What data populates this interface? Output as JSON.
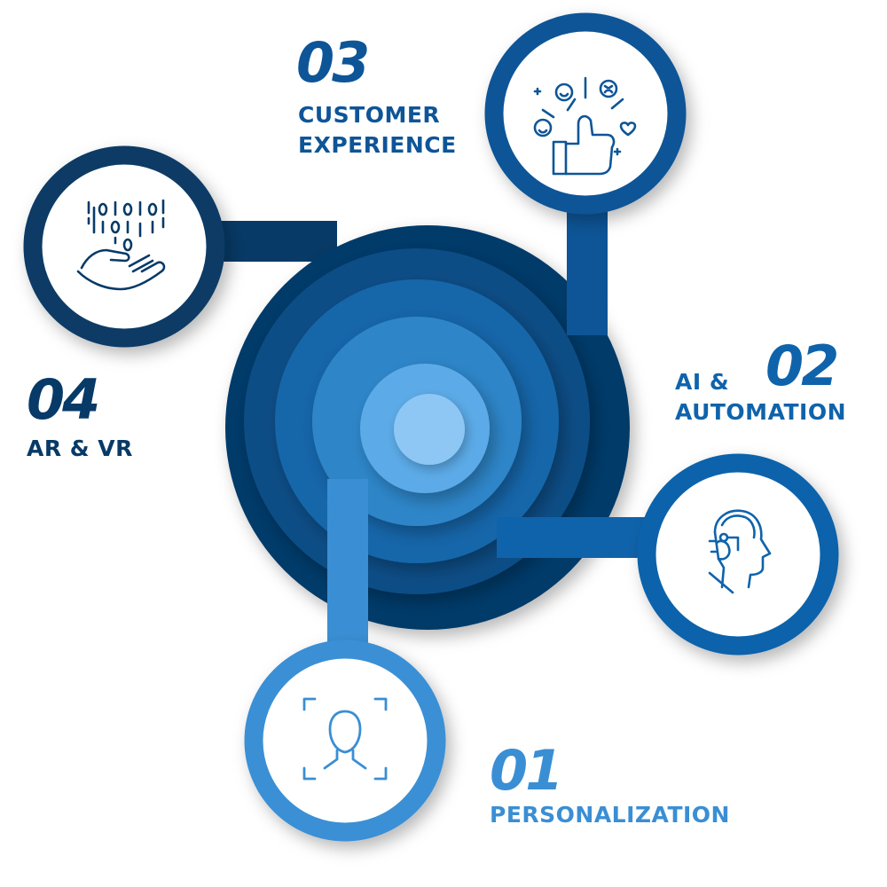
{
  "colors": {
    "ring_outer": "#033a6b",
    "ring_2": "#0b4d86",
    "ring_3": "#1466aa",
    "ring_4": "#2e86c9",
    "ring_5": "#5cabe8",
    "center": "#8ec7f4",
    "item_01": "#3a8fd4",
    "item_02": "#0f63ab",
    "item_03": "#0d5597",
    "item_04": "#073a66"
  },
  "items": [
    {
      "number": "01",
      "label_lines": [
        "PERSONALIZATION"
      ],
      "icon": "face-scan-icon"
    },
    {
      "number": "02",
      "label_lines": [
        "AI &",
        "AUTOMATION"
      ],
      "icon": "ai-robot-head-icon"
    },
    {
      "number": "03",
      "label_lines": [
        "CUSTOMER",
        "EXPERIENCE"
      ],
      "icon": "thumbs-up-emoji-feedback-icon"
    },
    {
      "number": "04",
      "label_lines": [
        "AR & VR"
      ],
      "icon": "hand-binary-data-icon"
    }
  ]
}
